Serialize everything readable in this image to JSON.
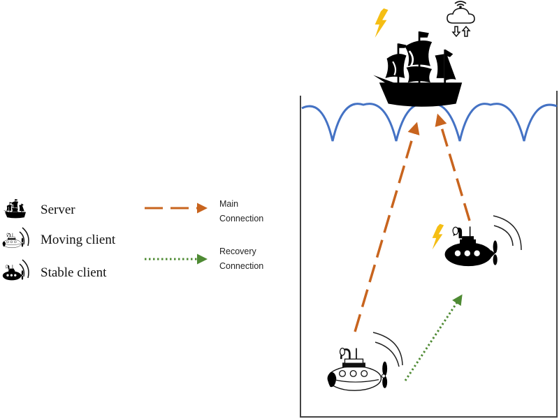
{
  "diagram": {
    "type": "network-topology-illustration",
    "legend": {
      "nodes": [
        {
          "icon": "ship-icon",
          "label": "Server"
        },
        {
          "icon": "submarine-outline-icon",
          "label": "Moving client"
        },
        {
          "icon": "submarine-filled-icon",
          "label": "Stable client"
        }
      ],
      "connections": [
        {
          "style": "dashed",
          "label_line1": "Main",
          "label_line2": "Connection"
        },
        {
          "style": "dotted",
          "label_line1": "Recovery",
          "label_line2": "Connection"
        }
      ]
    },
    "scene": {
      "server": {
        "icon": "ship-icon",
        "extras": [
          "lightning-icon",
          "cloud-wifi-icon",
          "upload-download-arrows-icon"
        ]
      },
      "stable_client": {
        "icon": "submarine-filled-icon",
        "extras": [
          "lightning-icon",
          "signal-waves-icon"
        ]
      },
      "moving_client": {
        "icon": "submarine-outline-icon",
        "extras": [
          "signal-waves-icon"
        ]
      },
      "links": [
        {
          "from": "moving_client",
          "to": "server",
          "type": "Main Connection"
        },
        {
          "from": "stable_client",
          "to": "server",
          "type": "Main Connection"
        },
        {
          "from": "moving_client",
          "to": "stable_client",
          "type": "Recovery Connection"
        }
      ]
    },
    "colors": {
      "main_connection": "#C8641E",
      "recovery_connection": "#4E8A33",
      "water_waves": "#4472C4",
      "lightning": "#F5BE14",
      "border": "#444444"
    }
  }
}
